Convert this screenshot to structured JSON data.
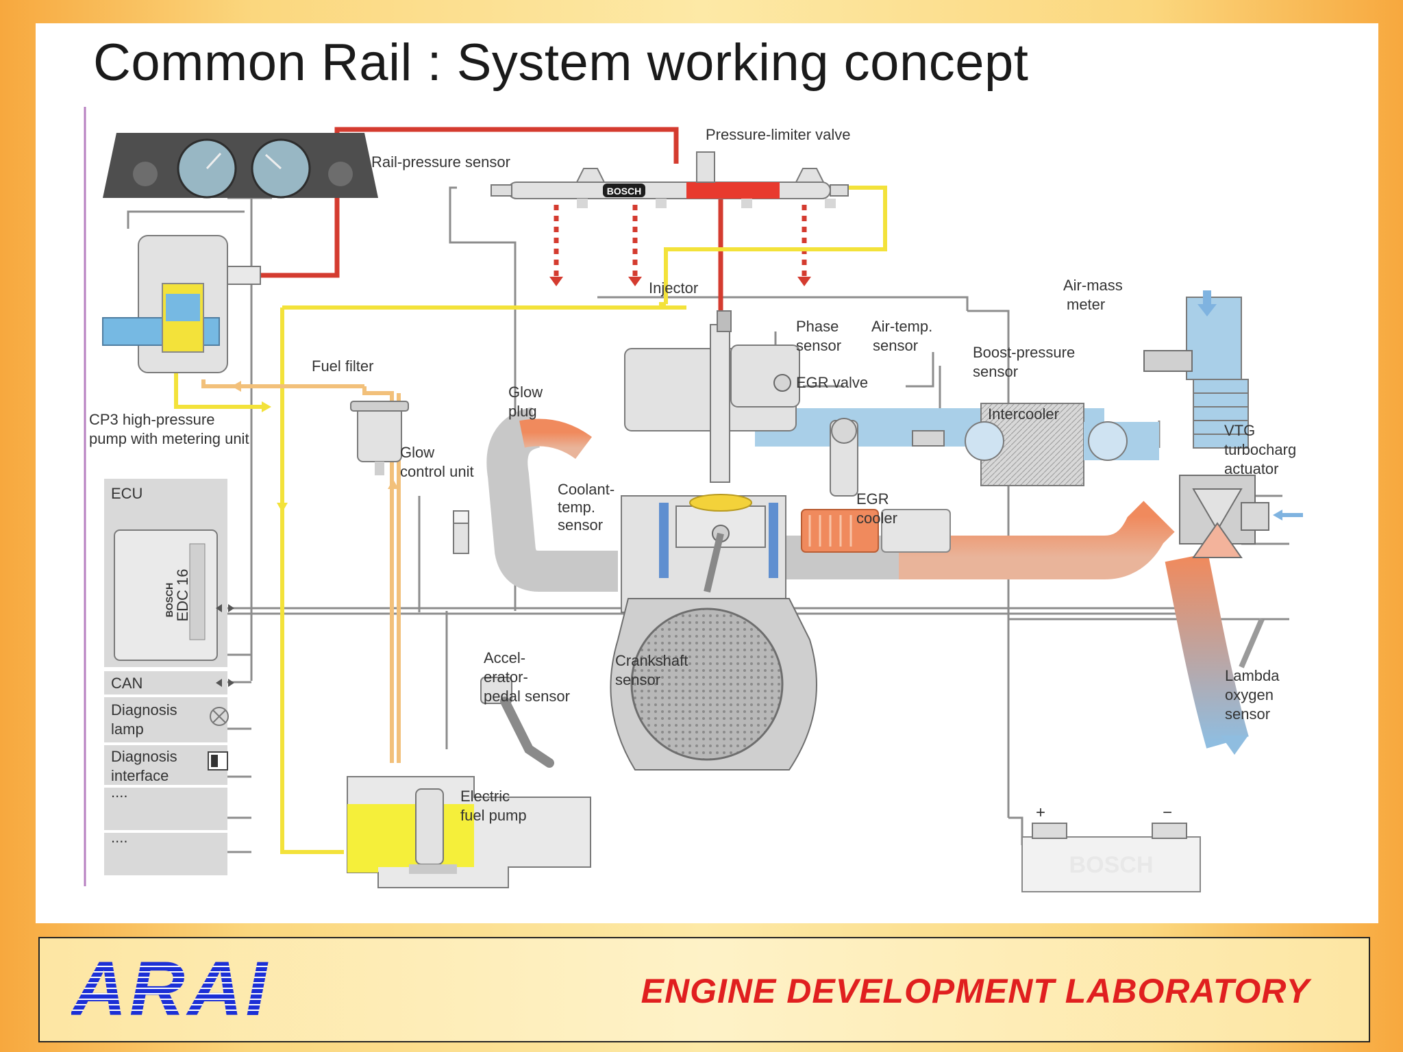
{
  "slide": {
    "title": "Common Rail : System working concept",
    "colors": {
      "high_pressure_fuel": "#d43b2f",
      "low_pressure_fuel": "#f3e23a",
      "fuel_return": "#f2c07a",
      "exhaust_gas": "#f08a5d",
      "intake_air": "#a9cfe8",
      "footer_logo": "#1b2fd6",
      "footer_text": "#e01f1f"
    }
  },
  "diagram": {
    "labels": {
      "pressure_limiter_valve": "Pressure-limiter valve",
      "rail_pressure_sensor": "Rail-pressure sensor",
      "rail_brand": "BOSCH",
      "injector": "Injector",
      "air_mass_meter_1": "Air-mass",
      "air_mass_meter_2": "meter",
      "phase_sensor_1": "Phase",
      "phase_sensor_2": "sensor",
      "air_temp_sensor_1": "Air-temp.",
      "air_temp_sensor_2": "sensor",
      "boost_pressure_sensor_1": "Boost-pressure",
      "boost_pressure_sensor_2": "sensor",
      "egr_valve": "EGR valve",
      "intercooler": "Intercooler",
      "vtg_1": "VTG",
      "vtg_2": "turbocharg",
      "vtg_3": "actuator",
      "egr_cooler_1": "EGR",
      "egr_cooler_2": "cooler",
      "fuel_filter": "Fuel filter",
      "glow_plug_1": "Glow",
      "glow_plug_2": "plug",
      "glow_control_unit_1": "Glow",
      "glow_control_unit_2": "control unit",
      "cp3_pump_1": "CP3 high-pressure",
      "cp3_pump_2": "pump with metering unit",
      "coolant_temp_sensor_1": "Coolant-",
      "coolant_temp_sensor_2": "temp.",
      "coolant_temp_sensor_3": "sensor",
      "ecu": "ECU",
      "ecu_brand": "BOSCH",
      "ecu_model": "EDC 16",
      "can": "CAN",
      "diagnosis_lamp_1": "Diagnosis",
      "diagnosis_lamp_2": "lamp",
      "diagnosis_interface_1": "Diagnosis",
      "diagnosis_interface_2": "interface",
      "ellipsis_1": "....",
      "ellipsis_2": "....",
      "accel_pedal_sensor_1": "Accel-",
      "accel_pedal_sensor_2": "erator-",
      "accel_pedal_sensor_3": "pedal sensor",
      "crankshaft_sensor_1": "Crankshaft",
      "crankshaft_sensor_2": "sensor",
      "electric_fuel_pump_1": "Electric",
      "electric_fuel_pump_2": "fuel pump",
      "lambda_sensor_1": "Lambda",
      "lambda_sensor_2": "oxygen",
      "lambda_sensor_3": "sensor",
      "battery_plus": "+",
      "battery_minus": "−",
      "battery_brand": "BOSCH"
    }
  },
  "footer": {
    "logo_text": "ARAI",
    "lab_name": "ENGINE DEVELOPMENT LABORATORY"
  }
}
